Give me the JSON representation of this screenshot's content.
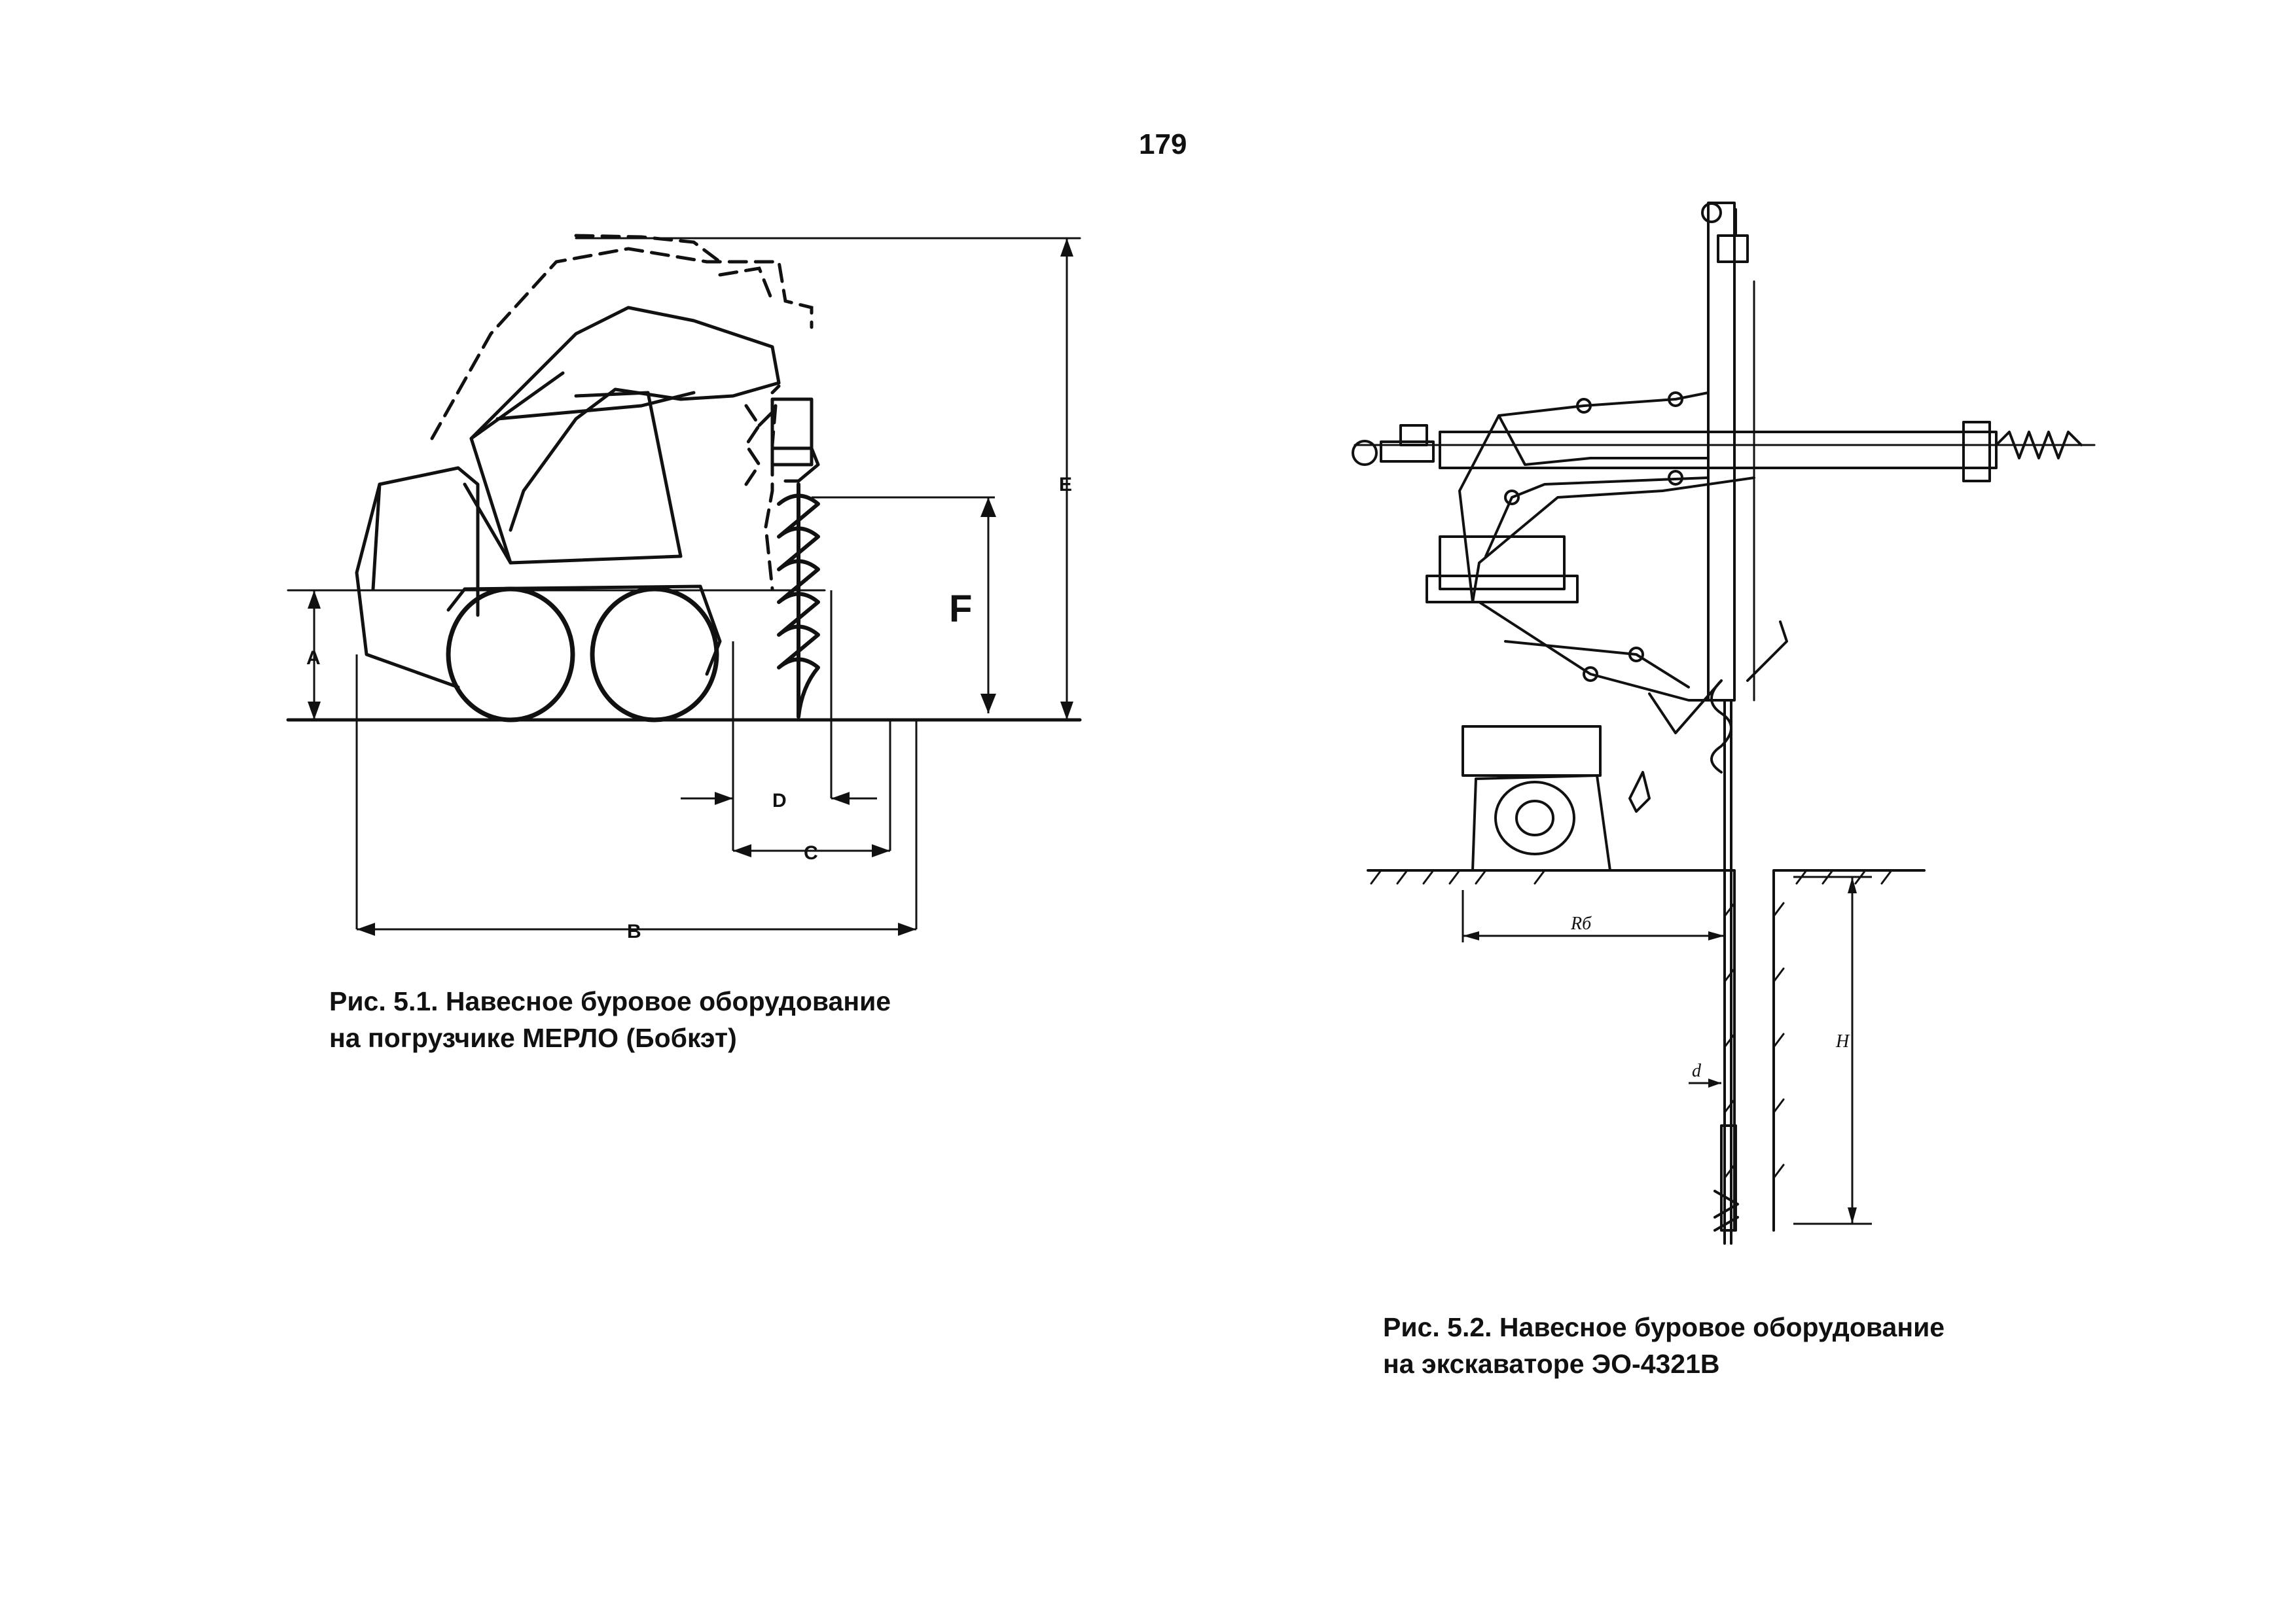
{
  "page": {
    "number": "179"
  },
  "figure1": {
    "caption_line1": "Рис. 5.1. Навесное буровое оборудование",
    "caption_line2": "на погрузчике МЕРЛО (Бобкэт)",
    "labels": {
      "a": "A",
      "b": "B",
      "c": "C",
      "d": "D",
      "e": "E",
      "f": "F"
    }
  },
  "figure2": {
    "caption_line1": "Рис. 5.2. Навесное буровое оборудование",
    "caption_line2": "на экскаваторе ЭО-4321В",
    "labels": {
      "rb": "Rб",
      "h": "H",
      "d": "d"
    }
  }
}
